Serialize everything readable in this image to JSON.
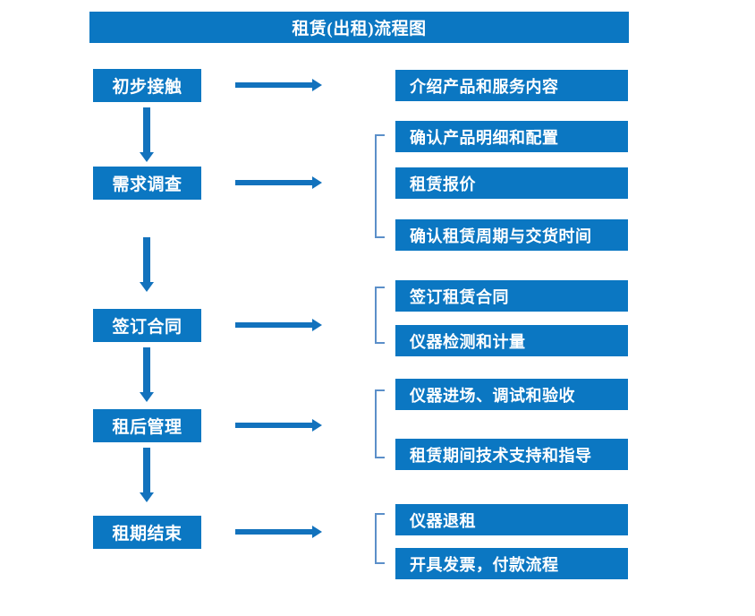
{
  "diagram": {
    "title": "租赁(出租)流程图",
    "colors": {
      "box_fill": "#0b77c2",
      "box_text": "#ffffff",
      "arrow": "#1272bd",
      "bracket": "#5b8fc9",
      "background": "#ffffff"
    },
    "stages": [
      {
        "label": "初步接触"
      },
      {
        "label": "需求调查"
      },
      {
        "label": "签订合同"
      },
      {
        "label": "租后管理"
      },
      {
        "label": "租期结束"
      }
    ],
    "groups": [
      {
        "stage": "初步接触",
        "bracketed": false,
        "details": [
          "介绍产品和服务内容"
        ]
      },
      {
        "stage": "需求调查",
        "bracketed": true,
        "details": [
          "确认产品明细和配置",
          "租赁报价",
          "确认租赁周期与交货时间"
        ]
      },
      {
        "stage": "签订合同",
        "bracketed": true,
        "details": [
          "签订租赁合同",
          "仪器检测和计量"
        ]
      },
      {
        "stage": "租后管理",
        "bracketed": true,
        "details": [
          "仪器进场、调试和验收",
          "租赁期间技术支持和指导"
        ]
      },
      {
        "stage": "租期结束",
        "bracketed": true,
        "details": [
          "仪器退租",
          "开具发票，付款流程"
        ]
      }
    ]
  }
}
